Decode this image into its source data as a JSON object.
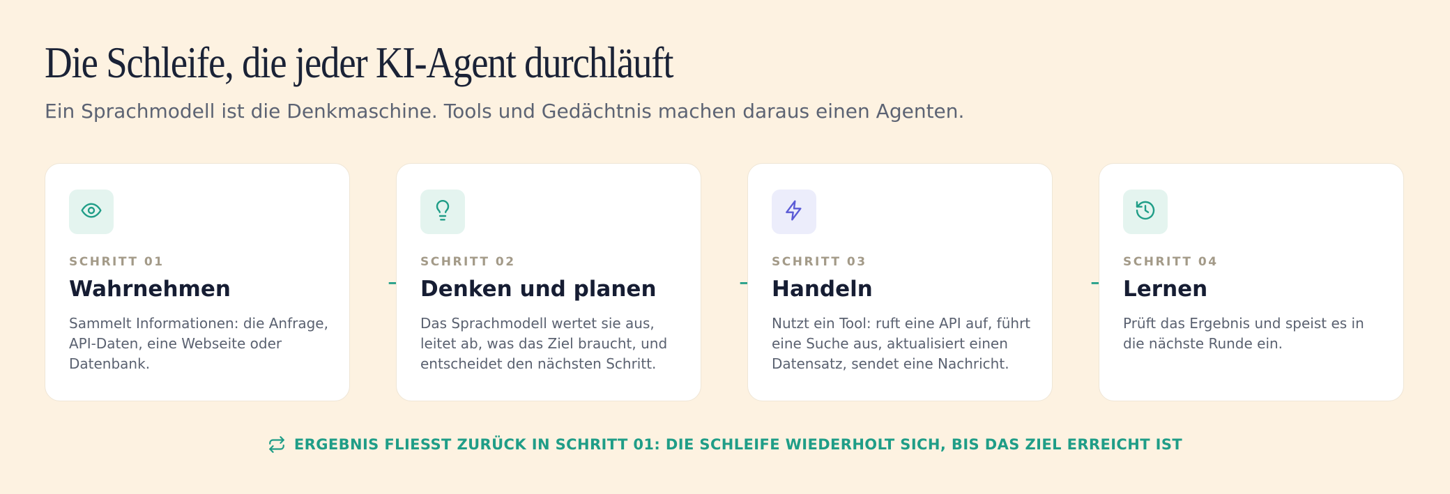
{
  "header": {
    "title": "Die Schleife, die jeder KI-Agent durchläuft",
    "subtitle": "Ein Sprachmodell ist die Denkmaschine. Tools und Gedächtnis machen daraus einen Agenten."
  },
  "steps": [
    {
      "label": "SCHRITT 01",
      "title": "Wahrnehmen",
      "description": "Sammelt Informationen: die Anfrage, API-Daten, eine Webseite oder Datenbank.",
      "icon": "eye-icon"
    },
    {
      "label": "SCHRITT 02",
      "title": "Denken und planen",
      "description": "Das Sprachmodell wertet sie aus, leitet ab, was das Ziel braucht, und entscheidet den nächsten Schritt.",
      "icon": "lightbulb-icon"
    },
    {
      "label": "SCHRITT 03",
      "title": "Handeln",
      "description": "Nutzt ein Tool: ruft eine API auf, führt eine Suche aus, aktualisiert einen Datensatz, sendet eine Nachricht.",
      "icon": "lightning-icon"
    },
    {
      "label": "SCHRITT 04",
      "title": "Lernen",
      "description": "Prüft das Ergebnis und speist es in die nächste Runde ein.",
      "icon": "history-icon"
    }
  ],
  "arrows": [
    "→",
    "→",
    "→"
  ],
  "footer": {
    "text": "ERGEBNIS FLIESST ZURÜCK IN SCHRITT 01: DIE SCHLEIFE WIEDERHOLT SICH, BIS DAS ZIEL ERREICHT IST",
    "icon": "repeat-icon"
  },
  "colors": {
    "background": "#fdf2e1",
    "accent": "#1f9d87",
    "violet_accent": "#5b5bd6",
    "title": "#1a2236",
    "muted_label": "#a39a88"
  }
}
